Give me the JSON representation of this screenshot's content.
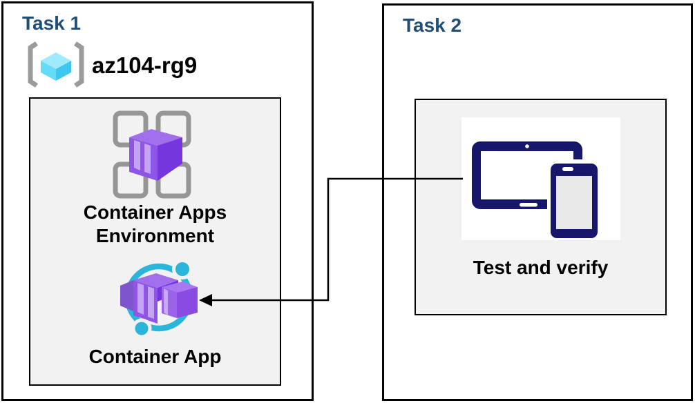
{
  "task1": {
    "title": "Task 1",
    "resource_group_name": "az104-rg9",
    "environment_label_line1": "Container Apps",
    "environment_label_line2": "Environment",
    "app_label": "Container App"
  },
  "task2": {
    "title": "Task 2",
    "test_label": "Test and verify"
  },
  "connector": {
    "description": "elbow arrow from Test and verify devices icon to Container App icon"
  },
  "icons": {
    "resource_group": "azure-resource-group-icon",
    "environment": "container-apps-environment-icon",
    "app": "container-app-icon",
    "devices": "tablet-and-phone-icon"
  },
  "colors": {
    "task_title_blue": "#1F4E79",
    "panel_gray": "#F2F2F2",
    "border_black": "#000000",
    "device_navy": "#16166B",
    "phone_screen_gray": "#E9E9E9",
    "app_ring_cyan": "#2CB5DA",
    "purple_top": "#A26FEC",
    "purple_front": "#8F55E6",
    "purple_dark": "#7636DE",
    "purple_stripe": "#C4A4F4",
    "rg_cube_top": "#9FEAFE",
    "rg_cube_left": "#5EDBF8",
    "rg_cube_right": "#3FC8EE",
    "bracket_gray": "#9B9B9B",
    "grid_square_gray": "#969696"
  }
}
